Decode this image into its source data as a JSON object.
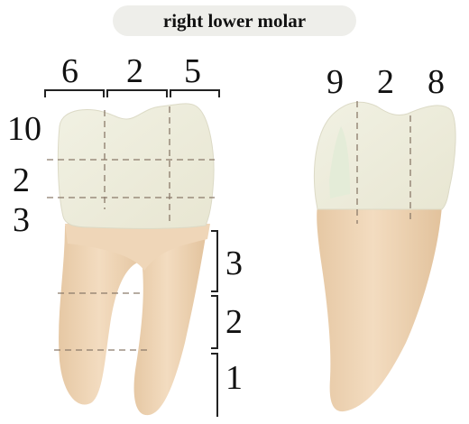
{
  "title": "right lower molar",
  "buccal_view": {
    "crown_mesiodistal": [
      "6",
      "2",
      "5"
    ],
    "crown_occlusocervical": [
      "10",
      "2",
      "3"
    ],
    "root_thirds": [
      "3",
      "2",
      "1"
    ]
  },
  "proximal_view": {
    "crown_buccolingual": [
      "9",
      "2",
      "8"
    ]
  },
  "colors": {
    "crown_enamel": "#eeeedd",
    "root": "#ecd4b4",
    "guide_line": "#8a7a6a",
    "bracket": "#222222"
  }
}
